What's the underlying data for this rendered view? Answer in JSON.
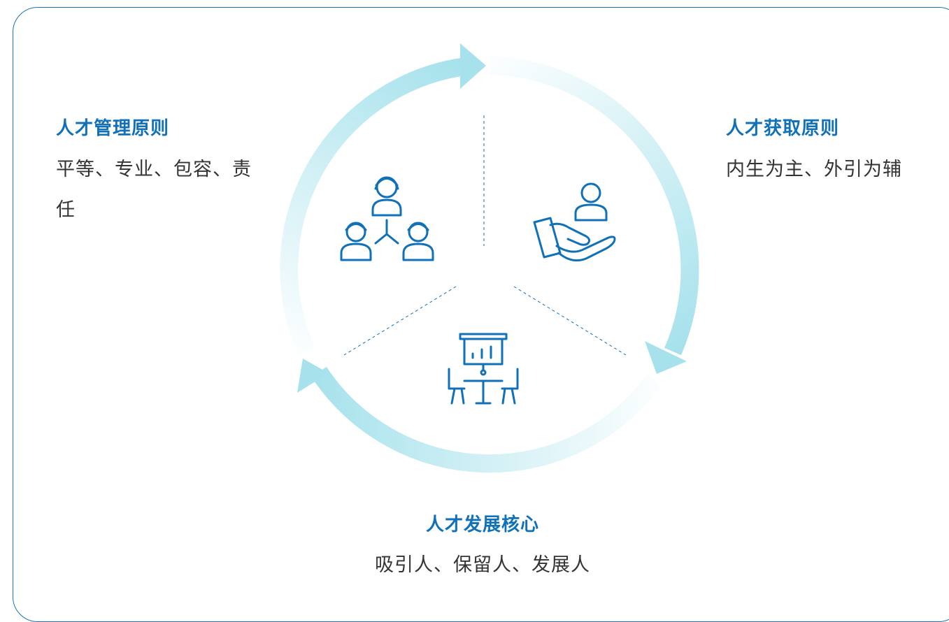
{
  "colors": {
    "accent": "#1070b8",
    "frame_border": "#1b74b4",
    "arrow": "#a7e2ec",
    "body_text": "#333333"
  },
  "sections": {
    "management": {
      "title": "人才管理原则",
      "text": "平等、专业、包容、责任",
      "icon": "team-network-icon"
    },
    "acquisition": {
      "title": "人才获取原则",
      "text": "内生为主、外引为辅",
      "icon": "hand-holding-person-icon"
    },
    "development": {
      "title": "人才发展核心",
      "text": "吸引人、保留人、发展人",
      "icon": "meeting-presentation-icon"
    }
  }
}
